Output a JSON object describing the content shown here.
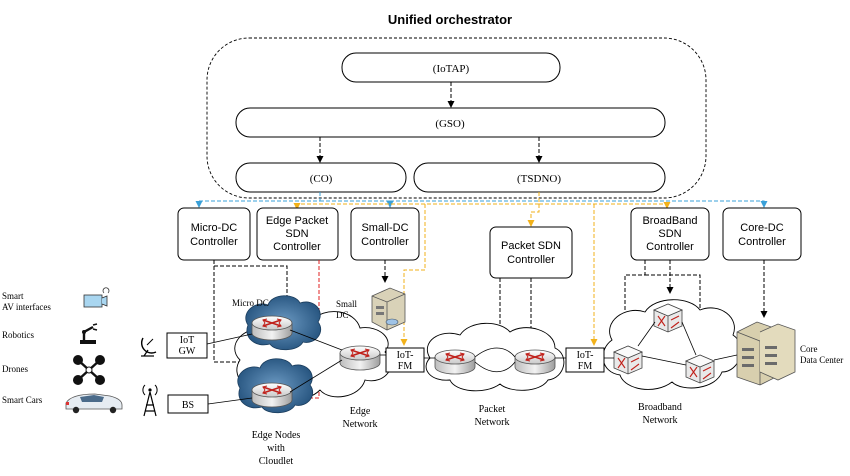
{
  "title": "Unified orchestrator",
  "orchestrator": {
    "iotap": "(IoTAP)",
    "gso": "(GSO)",
    "co": "(CO)",
    "tsdno": "(TSDNO)"
  },
  "controllers": {
    "micro_dc": [
      "Micro-DC",
      "Controller"
    ],
    "edge_packet_sdn": [
      "Edge Packet",
      "SDN",
      "Controller"
    ],
    "small_dc": [
      "Small-DC",
      "Controller"
    ],
    "packet_sdn": [
      "Packet SDN",
      "Controller"
    ],
    "broadband_sdn": [
      "BroadBand",
      "SDN",
      "Controller"
    ],
    "core_dc": [
      "Core-DC",
      "Controller"
    ]
  },
  "devices": [
    {
      "label": [
        "Smart",
        "AV interfaces"
      ],
      "icon": "av-interface-icon"
    },
    {
      "label": [
        "Robotics"
      ],
      "icon": "robot-arm-icon"
    },
    {
      "label": [
        "Drones"
      ],
      "icon": "drone-icon"
    },
    {
      "label": [
        "Smart Cars"
      ],
      "icon": "car-icon"
    }
  ],
  "gateways": {
    "iot_gw": [
      "IoT",
      "GW"
    ],
    "bs": "BS"
  },
  "fm": {
    "left": [
      "IoT-",
      "FM"
    ],
    "right": [
      "IoT-",
      "FM"
    ]
  },
  "labels": {
    "micro_dc": "Micro DC",
    "small_dc": [
      "Small",
      "DC"
    ],
    "edge_nodes": [
      "Edge Nodes",
      "with",
      "Cloudlet"
    ],
    "edge_network": [
      "Edge",
      "Network"
    ],
    "packet_network": [
      "Packet",
      "Network"
    ],
    "broadband_network": [
      "Broadband",
      "Network"
    ],
    "core_dc": [
      "Core",
      "Data Center"
    ]
  },
  "colors": {
    "black": "#000000",
    "red": "#e02020",
    "orange": "#f2b21b",
    "blue": "#3aa0d8",
    "cloud_fill": "#2f5f8a"
  }
}
